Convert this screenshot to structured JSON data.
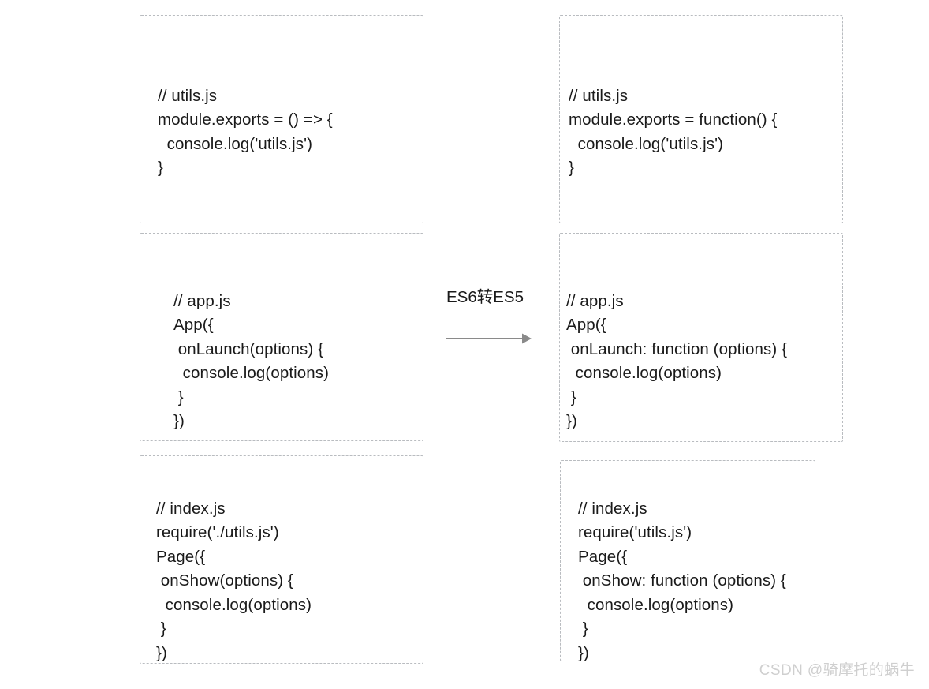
{
  "diagram": {
    "title": "ES6 to ES5 transpilation comparison",
    "transform": {
      "label": "ES6转ES5",
      "arrow_icon": "arrow-right-icon",
      "arrow_color": "#8a8a8a"
    },
    "border_color": "#b9bcc0",
    "text_color": "#1a1a1a",
    "background": "#ffffff",
    "columns": [
      {
        "name": "source",
        "side": "left"
      },
      {
        "name": "output",
        "side": "right"
      }
    ],
    "boxes": [
      {
        "id": "utils-es6",
        "file": "utils.js",
        "side": "left",
        "code": "// utils.js\nmodule.exports = () => {\n  console.log('utils.js')\n}"
      },
      {
        "id": "utils-es5",
        "file": "utils.js",
        "side": "right",
        "code": "// utils.js\nmodule.exports = function() {\n  console.log('utils.js')\n}"
      },
      {
        "id": "app-es6",
        "file": "app.js",
        "side": "left",
        "code": "// app.js\nApp({\n onLaunch(options) {\n  console.log(options)\n }\n})"
      },
      {
        "id": "app-es5",
        "file": "app.js",
        "side": "right",
        "code": "// app.js\nApp({\n onLaunch: function (options) {\n  console.log(options)\n }\n})"
      },
      {
        "id": "index-es6",
        "file": "index.js",
        "side": "left",
        "code": "// index.js\nrequire('./utils.js')\nPage({\n onShow(options) {\n  console.log(options)\n }\n})"
      },
      {
        "id": "index-es5",
        "file": "index.js",
        "side": "right",
        "code": "// index.js\nrequire('utils.js')\nPage({\n onShow: function (options) {\n  console.log(options)\n }\n})"
      }
    ]
  },
  "watermark": {
    "text": "CSDN @骑摩托的蜗牛",
    "color": "#cfcfcf"
  }
}
